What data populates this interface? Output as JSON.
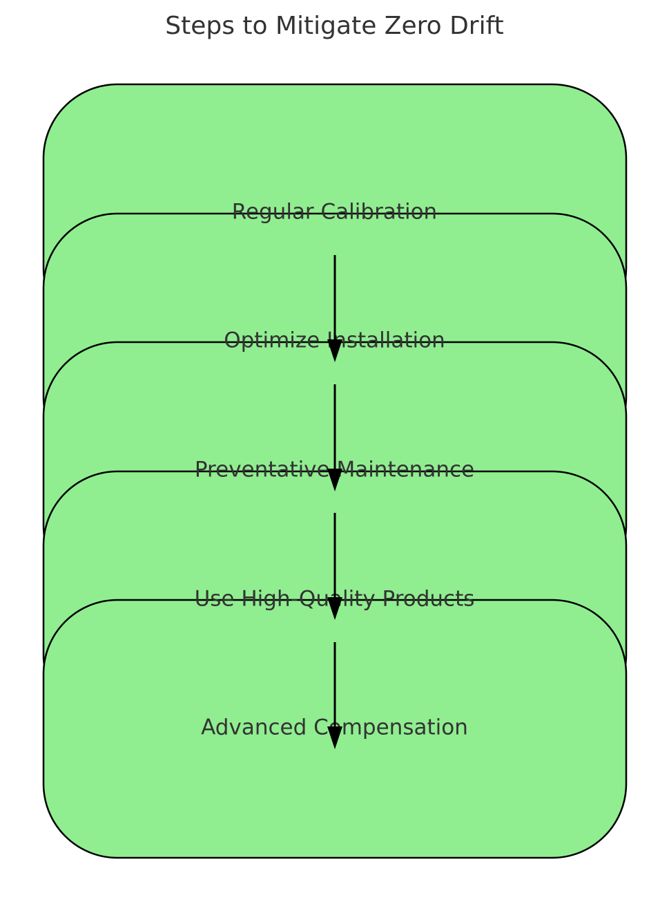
{
  "title": "Steps to Mitigate Zero Drift",
  "colors": {
    "box_fill": "#90ee90",
    "box_stroke": "#000000",
    "text": "#333333",
    "arrow": "#000000"
  },
  "steps": [
    {
      "label": "Regular Calibration"
    },
    {
      "label": "Optimize Installation"
    },
    {
      "label": "Preventative Maintenance"
    },
    {
      "label": "Use High-Quality Products"
    },
    {
      "label": "Advanced Compensation"
    }
  ]
}
